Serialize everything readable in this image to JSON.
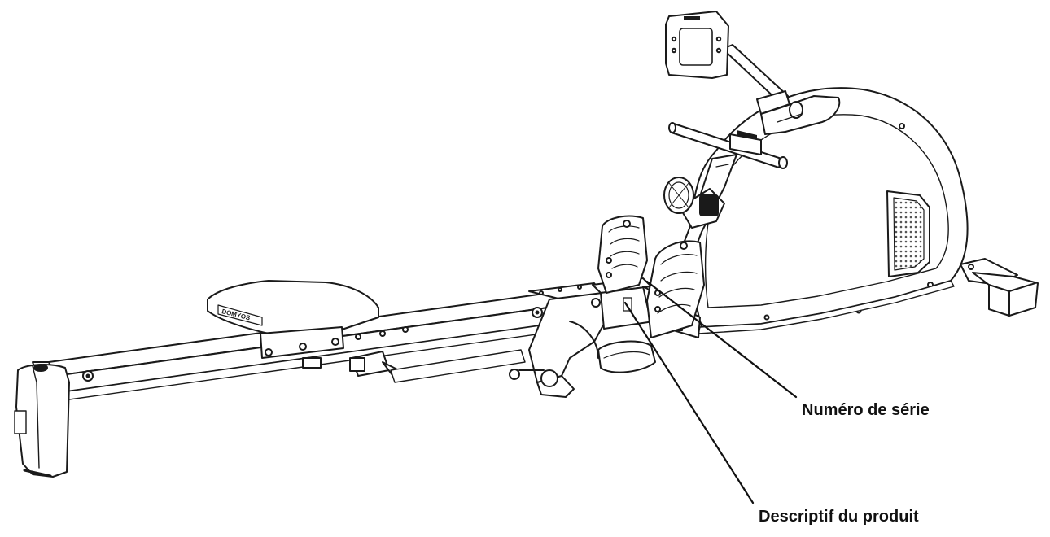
{
  "callouts": {
    "serial_number": "Numéro de série",
    "product_description": "Descriptif du produit"
  },
  "seat": {
    "brand_text": "DOMYOS"
  },
  "colors": {
    "line": "#1a1a1a",
    "fill": "#ffffff",
    "mesh": "#555555",
    "background": "#ffffff"
  }
}
